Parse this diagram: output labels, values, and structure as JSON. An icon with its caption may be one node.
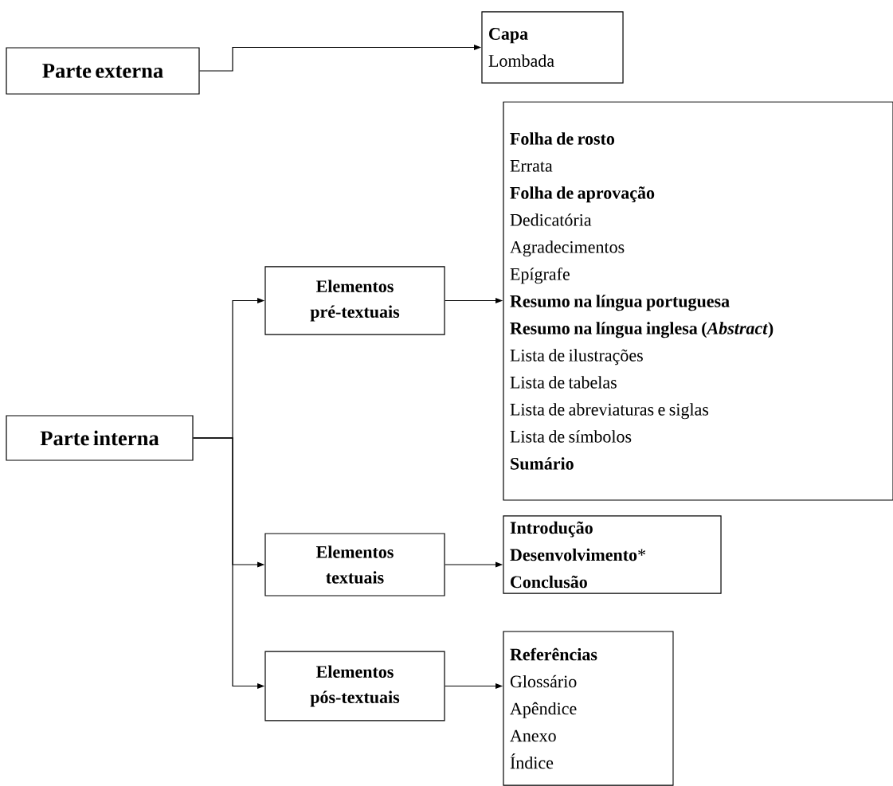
{
  "diagram": {
    "nodes": [
      {
        "text": [
          "Parte externa"
        ]
      },
      {
        "text": [
          "**Capa**",
          "Lombada"
        ]
      },
      {
        "text": [
          "Parte interna"
        ]
      },
      {
        "text": [
          "Elementos pré-textuais"
        ]
      },
      {
        "text": [
          "**Folha de rosto**",
          "Errata",
          "**Folha de aprovação**",
          "Dedicatória",
          "Agradecimentos",
          "Epígrafe",
          "**Resumo na língua portuguesa**",
          "**Resumo na língua inglesa (*Abstract*)**",
          "Lista de ilustrações",
          "Lista de tabelas",
          "Lista de abreviaturas e siglas",
          "Lista de símbolos",
          "**Sumário**"
        ]
      },
      {
        "text": [
          "Elementos textuais"
        ]
      },
      {
        "text": [
          "**Introdução**",
          "**Desenvolvimento***",
          "**Conclusão**"
        ]
      },
      {
        "text": [
          "Elementos pós-textuais"
        ]
      },
      {
        "text": [
          "**Referências**",
          "Glossário",
          "Apêndice",
          "Anexo",
          "Índice"
        ]
      }
    ],
    "edges": [
      {
        "from": 0,
        "to": 1,
        "arrow": "to"
      },
      {
        "from": 2,
        "to": 3,
        "arrow": "to"
      },
      {
        "from": 2,
        "to": 5,
        "arrow": "to"
      },
      {
        "from": 2,
        "to": 7,
        "arrow": "to"
      },
      {
        "from": 3,
        "to": 4,
        "arrow": "to"
      },
      {
        "from": 5,
        "to": 6,
        "arrow": "to"
      },
      {
        "from": 7,
        "to": 8,
        "arrow": "to"
      }
    ]
  }
}
